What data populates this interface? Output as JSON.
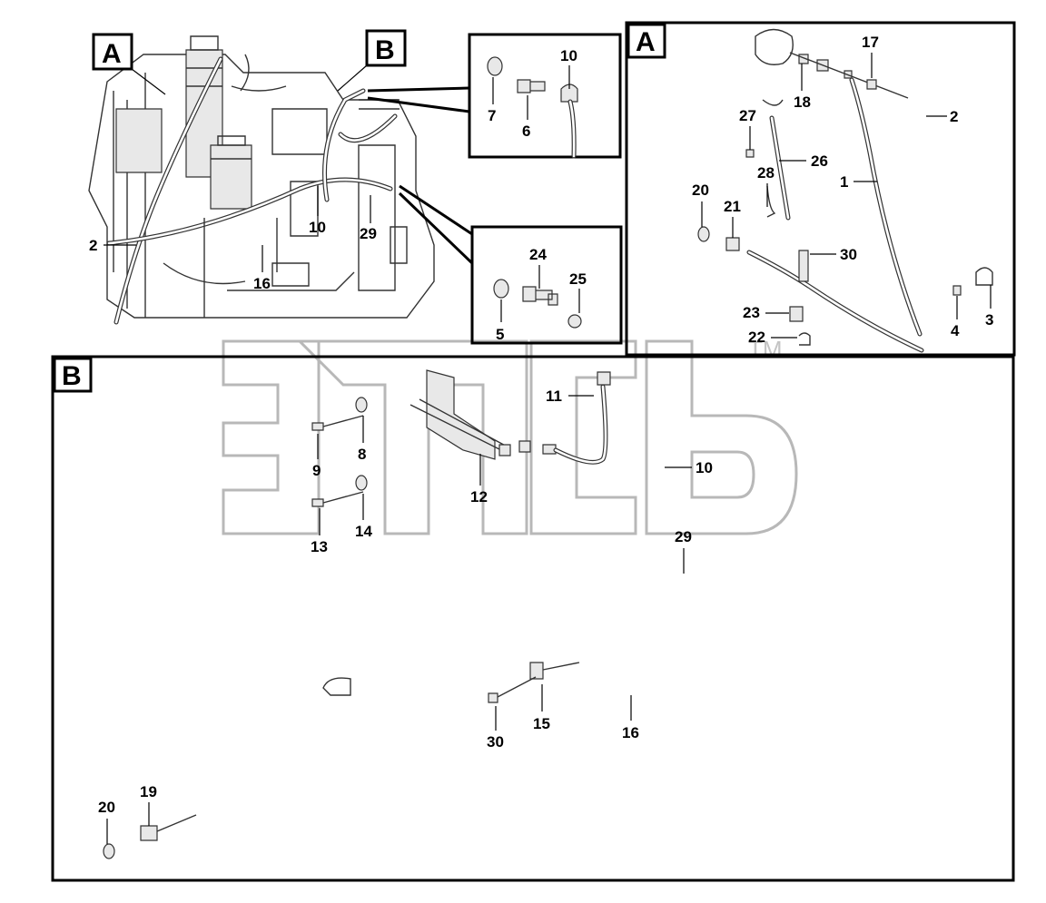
{
  "views": [
    {
      "id": "A",
      "label": "A"
    },
    {
      "id": "B",
      "label": "B"
    }
  ],
  "overview": {
    "view_labels": [
      "A",
      "B"
    ],
    "callouts": [
      "2",
      "16",
      "10",
      "29"
    ]
  },
  "detail_upper": {
    "callouts": [
      "10",
      "7",
      "6"
    ]
  },
  "detail_lower": {
    "callouts": [
      "24",
      "25",
      "5"
    ]
  },
  "view_a": {
    "label": "A",
    "callouts": [
      "17",
      "18",
      "2",
      "27",
      "26",
      "28",
      "1",
      "20",
      "21",
      "30",
      "23",
      "22",
      "4",
      "3"
    ]
  },
  "view_b": {
    "label": "B",
    "callouts": [
      "11",
      "8",
      "9",
      "12",
      "10",
      "14",
      "13",
      "29",
      "15",
      "30",
      "16",
      "20",
      "19"
    ]
  },
  "watermark": {
    "trademark": "TM"
  }
}
